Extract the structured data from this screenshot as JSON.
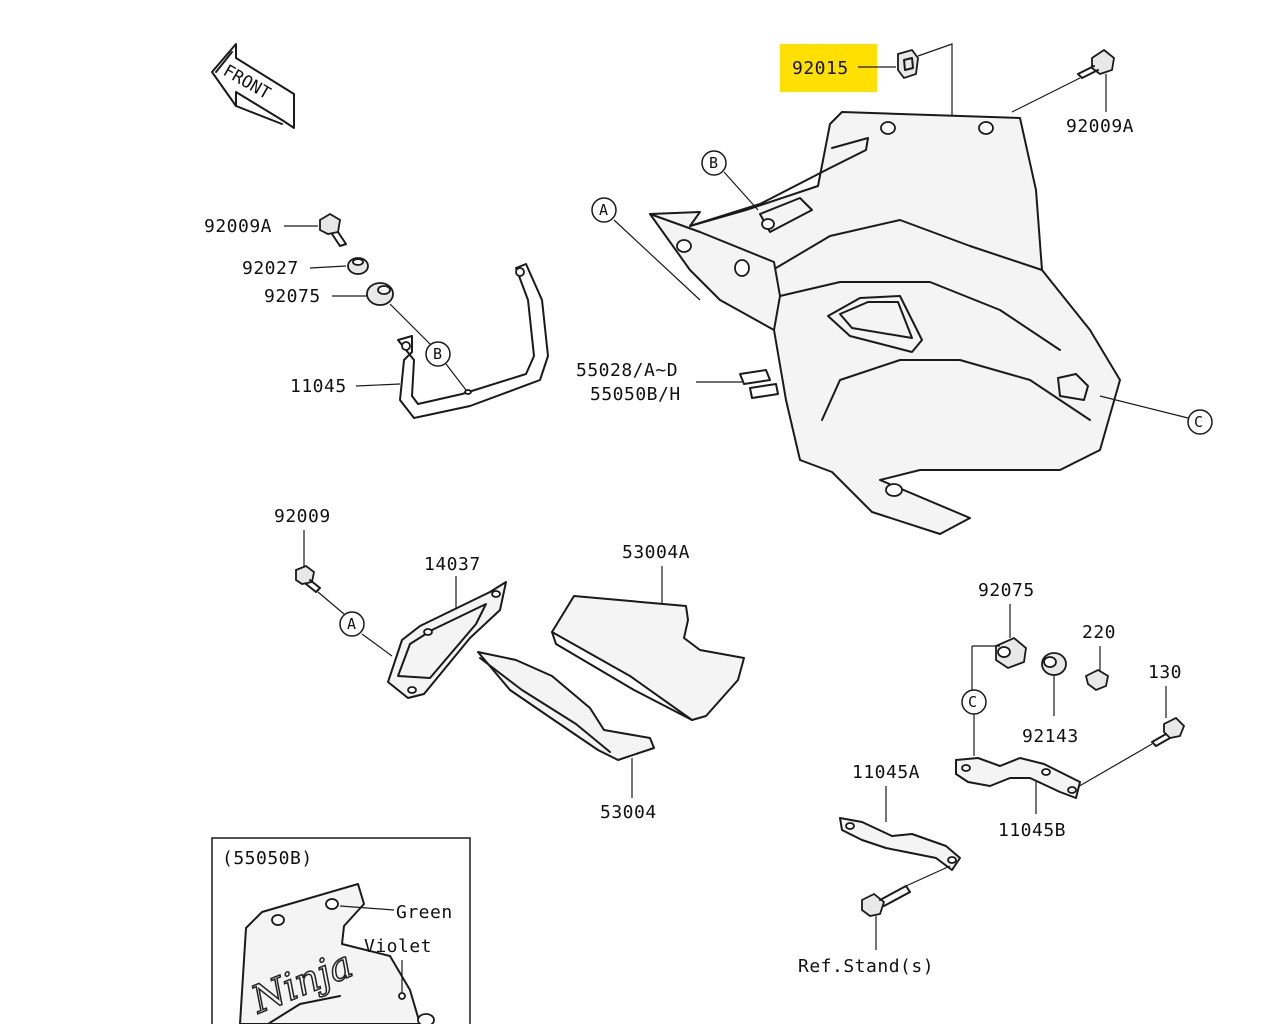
{
  "front_arrow": {
    "label": "FRONT"
  },
  "highlight": {
    "part": "92015",
    "color": "#ffe000"
  },
  "parts": {
    "p92015": "92015",
    "p92009A_top": "92009A",
    "p92009A_left": "92009A",
    "p92027": "92027",
    "p92075_left": "92075",
    "p11045": "11045",
    "p55028": "55028/A~D",
    "p55050": "55050B/H",
    "p92009": "92009",
    "p14037": "14037",
    "p53004A": "53004A",
    "p53004": "53004",
    "p92075_right": "92075",
    "p220": "220",
    "p130": "130",
    "p92143": "92143",
    "p11045A": "11045A",
    "p11045B": "11045B",
    "ref_stand": "Ref.Stand(s)"
  },
  "callouts": {
    "A": "A",
    "B": "B",
    "C": "C"
  },
  "inset": {
    "title": "(55050B)",
    "green": "Green",
    "violet": "Violet",
    "logo": "Ninja"
  }
}
